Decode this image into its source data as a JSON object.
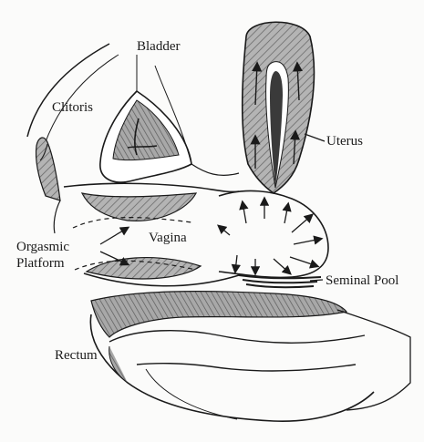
{
  "labels": {
    "bladder": "Bladder",
    "clitoris": "Clitoris",
    "uterus": "Uterus",
    "vagina": "Vagina",
    "orgasmic_line1": "Orgasmic",
    "orgasmic_line2": "Platform",
    "seminal_pool": "Seminal Pool",
    "rectum": "Rectum"
  },
  "colors": {
    "ink": "#1a1a1a",
    "tissue_shade": "#9a9a9a",
    "cavity_dark": "#3a3a3a",
    "paper": "#fbfbfa"
  }
}
